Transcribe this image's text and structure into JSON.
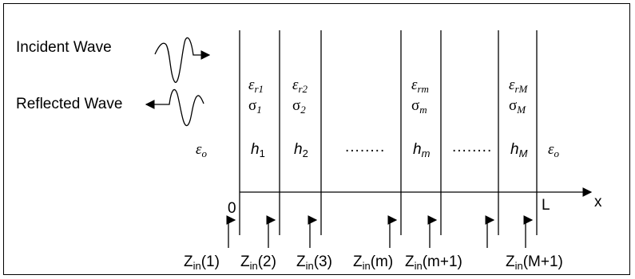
{
  "waves": {
    "incident_label": "Incident Wave",
    "reflected_label": "Reflected Wave"
  },
  "outer_media": [
    {
      "symbol": "ε",
      "subscript": "o"
    },
    {
      "symbol": "ε",
      "subscript": "o"
    }
  ],
  "layers": [
    {
      "eps_sub": "r1",
      "sigma_sub": "1",
      "h_sub": "1"
    },
    {
      "eps_sub": "r2",
      "sigma_sub": "2",
      "h_sub": "2"
    },
    {
      "eps_sub": "rm",
      "sigma_sub": "m",
      "h_sub": "m"
    },
    {
      "eps_sub": "rM",
      "sigma_sub": "M",
      "h_sub": "M"
    }
  ],
  "symbols": {
    "epsilon": "ε",
    "sigma": "σ",
    "h": "h"
  },
  "ellipsis": "........",
  "axis": {
    "origin_label": "0",
    "end_label": "L",
    "axis_label": "x"
  },
  "impedances": [
    {
      "main": "Z",
      "sub": "in",
      "arg": "(1)"
    },
    {
      "main": "Z",
      "sub": "in",
      "arg": "(2)"
    },
    {
      "main": "Z",
      "sub": "in",
      "arg": "(3)"
    },
    {
      "main": "Z",
      "sub": "in",
      "arg": "(m)"
    },
    {
      "main": "Z",
      "sub": "in",
      "arg": "(m+1)"
    },
    {
      "main": "Z",
      "sub": "in",
      "arg": "(M+1)"
    }
  ]
}
